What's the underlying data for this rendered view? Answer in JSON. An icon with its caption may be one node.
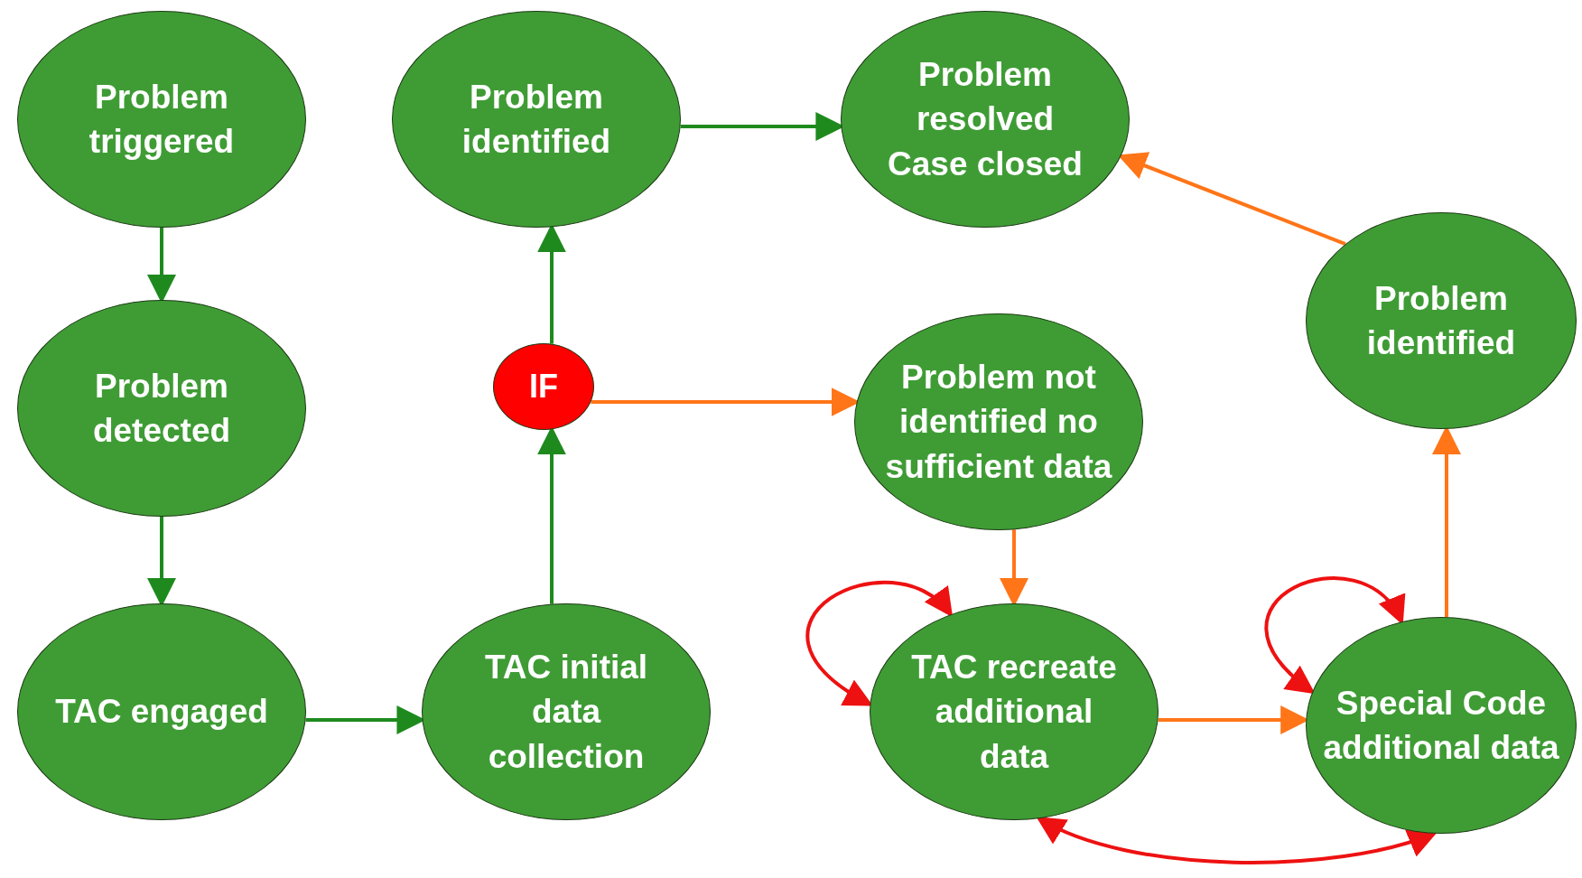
{
  "diagram": {
    "nodes": [
      {
        "text": [
          "Problem triggered"
        ]
      },
      {
        "text": [
          "Problem detected"
        ]
      },
      {
        "text": [
          "TAC engaged"
        ]
      },
      {
        "text": [
          "Problem identified"
        ]
      },
      {
        "text": [
          "Problem resolved Case closed"
        ]
      },
      {
        "text": [
          "IF"
        ]
      },
      {
        "text": [
          "Problem not identified no sufficient data"
        ]
      },
      {
        "text": [
          "TAC initial data collection"
        ]
      },
      {
        "text": [
          "TAC recreate additional data"
        ]
      },
      {
        "text": [
          "Special Code additional data"
        ]
      },
      {
        "text": [
          "Problem identified"
        ]
      }
    ],
    "edges": [
      {
        "from": 0,
        "to": 1,
        "arrow": "to"
      },
      {
        "from": 1,
        "to": 2,
        "arrow": "to"
      },
      {
        "from": 2,
        "to": 7,
        "arrow": "to"
      },
      {
        "from": 7,
        "to": 5,
        "arrow": "to"
      },
      {
        "from": 5,
        "to": 3,
        "arrow": "to"
      },
      {
        "from": 3,
        "to": 4,
        "arrow": "to"
      },
      {
        "from": 5,
        "to": 6,
        "arrow": "to",
        "color": "#ff7518"
      },
      {
        "from": 6,
        "to": 8,
        "arrow": "to",
        "color": "#ff7518"
      },
      {
        "from": 8,
        "to": 9,
        "arrow": "to",
        "color": "#ff7518"
      },
      {
        "from": 9,
        "to": 10,
        "arrow": "to",
        "color": "#ff7518"
      },
      {
        "from": 10,
        "to": 4,
        "arrow": "to",
        "color": "#ff7518"
      },
      {
        "from": 8,
        "to": 8,
        "arrow": "both",
        "color": "#ee1111"
      },
      {
        "from": 9,
        "to": 9,
        "arrow": "both",
        "color": "#ee1111"
      },
      {
        "from": 8,
        "to": 9,
        "arrow": "both",
        "color": "#ee1111"
      }
    ]
  }
}
